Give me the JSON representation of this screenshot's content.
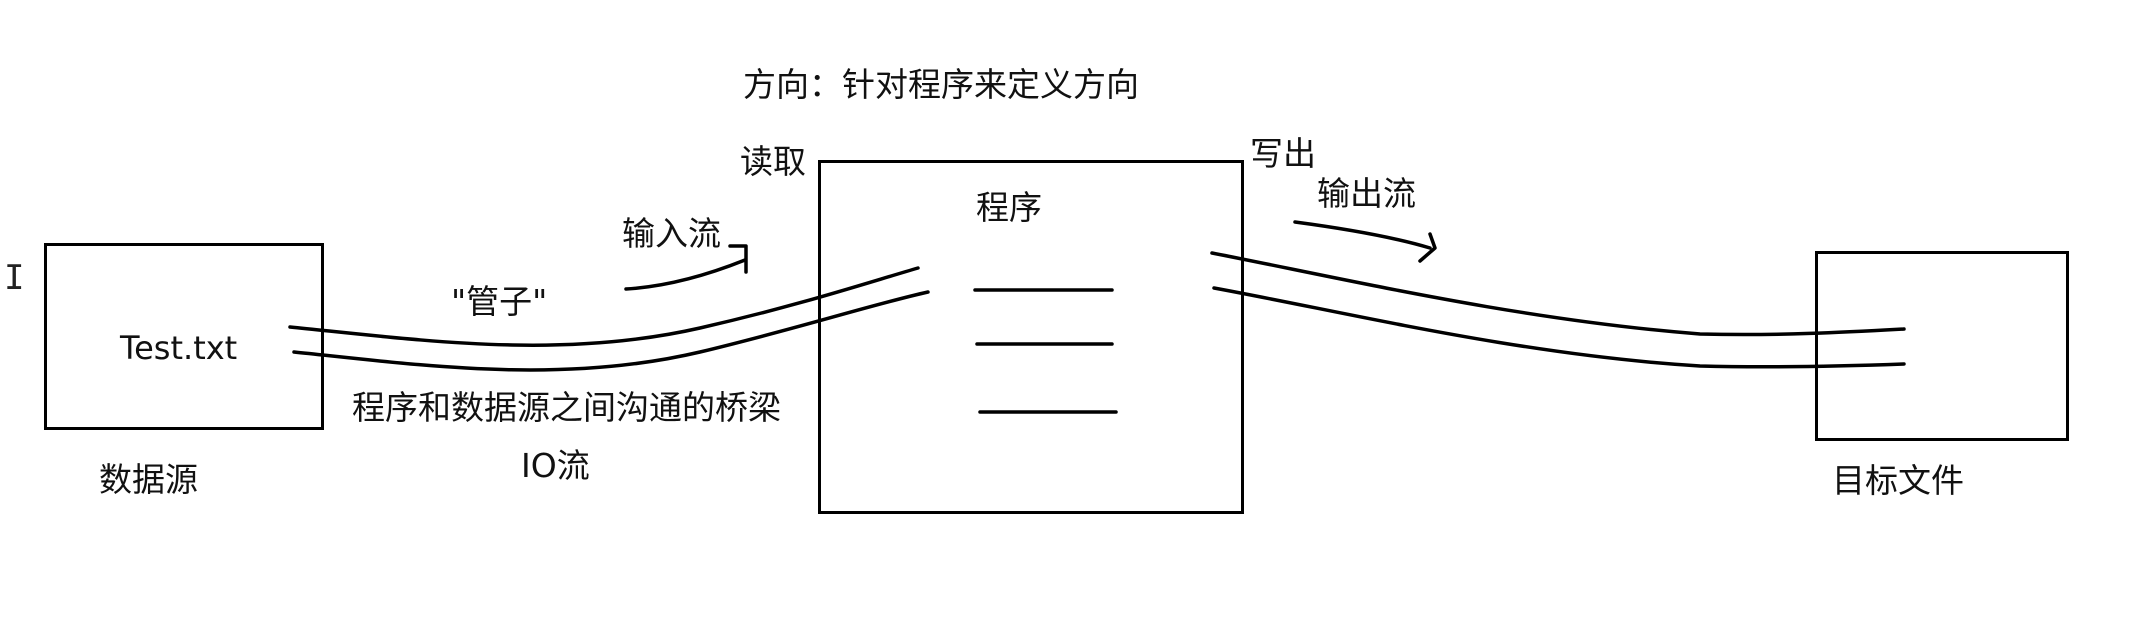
{
  "title": "方向：针对程序来定义方向",
  "labels": {
    "read": "读取",
    "write": "写出",
    "program": "程序",
    "input_stream": "输入流",
    "output_stream": "输出流",
    "pipe": "\"管子\"",
    "file_name": "Test.txt",
    "bridge": "程序和数据源之间沟通的桥梁",
    "io_stream": "IO流",
    "data_source": "数据源",
    "target_file": "目标文件"
  },
  "cursor_glyph": "I"
}
